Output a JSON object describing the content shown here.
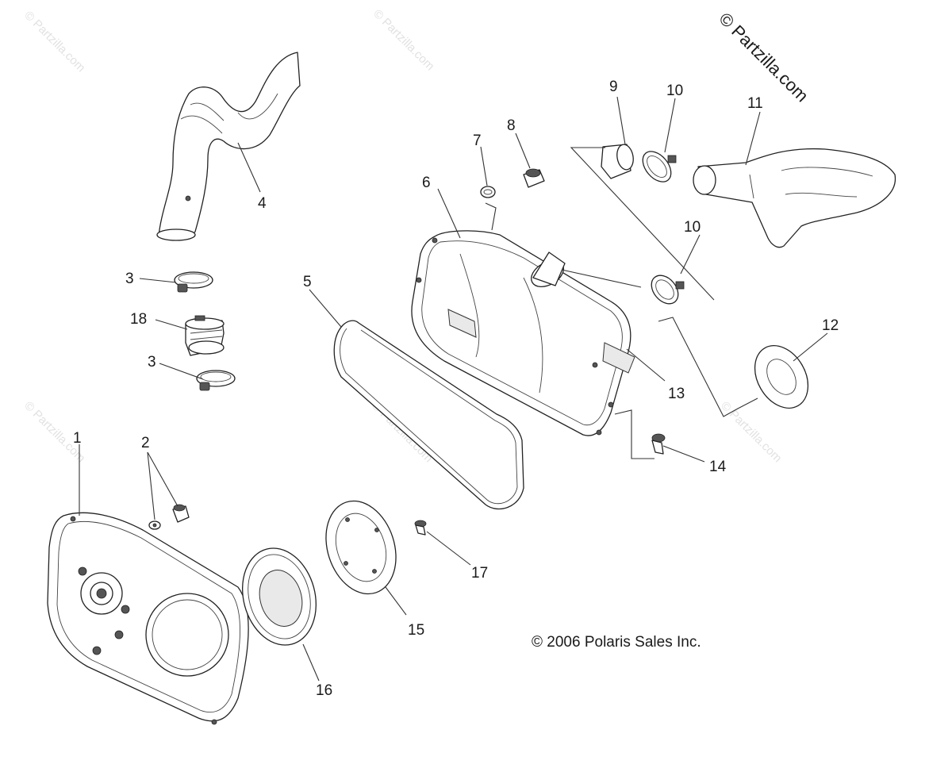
{
  "brand_mark": "© Partzilla.com",
  "watermark": "© Partzilla.com",
  "copyright": "© 2006 Polaris Sales Inc.",
  "callouts": {
    "c1": "1",
    "c2": "2",
    "c3a": "3",
    "c3b": "3",
    "c4": "4",
    "c5": "5",
    "c6": "6",
    "c7": "7",
    "c8": "8",
    "c9": "9",
    "c10a": "10",
    "c10b": "10",
    "c11": "11",
    "c12": "12",
    "c13": "13",
    "c14": "14",
    "c15": "15",
    "c16": "16",
    "c17": "17",
    "c18": "18"
  },
  "colors": {
    "ink": "#1a1a1a",
    "watermark": "#e2e2e2",
    "background": "#ffffff"
  }
}
